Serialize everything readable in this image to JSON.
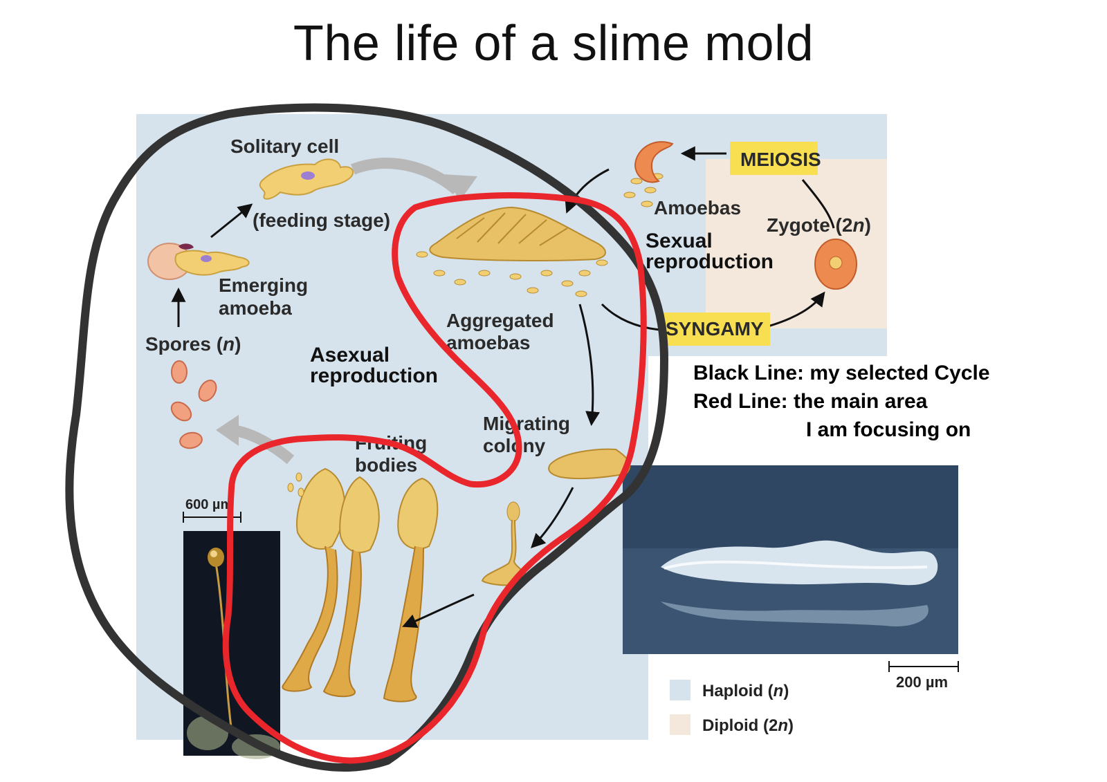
{
  "title": "The life of a slime mold",
  "labels": {
    "solitary_cell": "Solitary cell",
    "feeding_stage": "(feeding stage)",
    "emerging_amoeba_1": "Emerging",
    "emerging_amoeba_2": "amoeba",
    "spores": "Spores (",
    "spores_n": "n",
    "spores_close": ")",
    "asexual_1": "Asexual",
    "asexual_2": "reproduction",
    "aggregated_1": "Aggregated",
    "aggregated_2": "amoebas",
    "migrating_1": "Migrating",
    "migrating_2": "colony",
    "fruiting_1": "Fruiting",
    "fruiting_2": "bodies",
    "amoebas": "Amoebas",
    "sexual_1": "Sexual",
    "sexual_2": "reproduction",
    "meiosis": "MEIOSIS",
    "zygote": "Zygote (2",
    "zygote_n": "n",
    "zygote_close": ")",
    "syngamy": "SYNGAMY",
    "scale_600": "600 µm",
    "scale_200": "200 µm",
    "legend_haploid": "Haploid (",
    "legend_haploid_n": "n",
    "legend_haploid_close": ")",
    "legend_diploid": "Diploid (2",
    "legend_diploid_n": "n",
    "legend_diploid_close": ")"
  },
  "notes": {
    "line1": "Black Line: my selected Cycle",
    "line2": "Red Line: the main area",
    "line3": "I am focusing on"
  },
  "colors": {
    "haploid_bg": "#d6e3ec",
    "diploid_bg": "#f4e7db",
    "label_box": "#f8df52",
    "black_annotation": "#333333",
    "red_annotation": "#e8262b",
    "amoeba_fill": "#f2cf72",
    "spore_fill": "#f2a180"
  }
}
